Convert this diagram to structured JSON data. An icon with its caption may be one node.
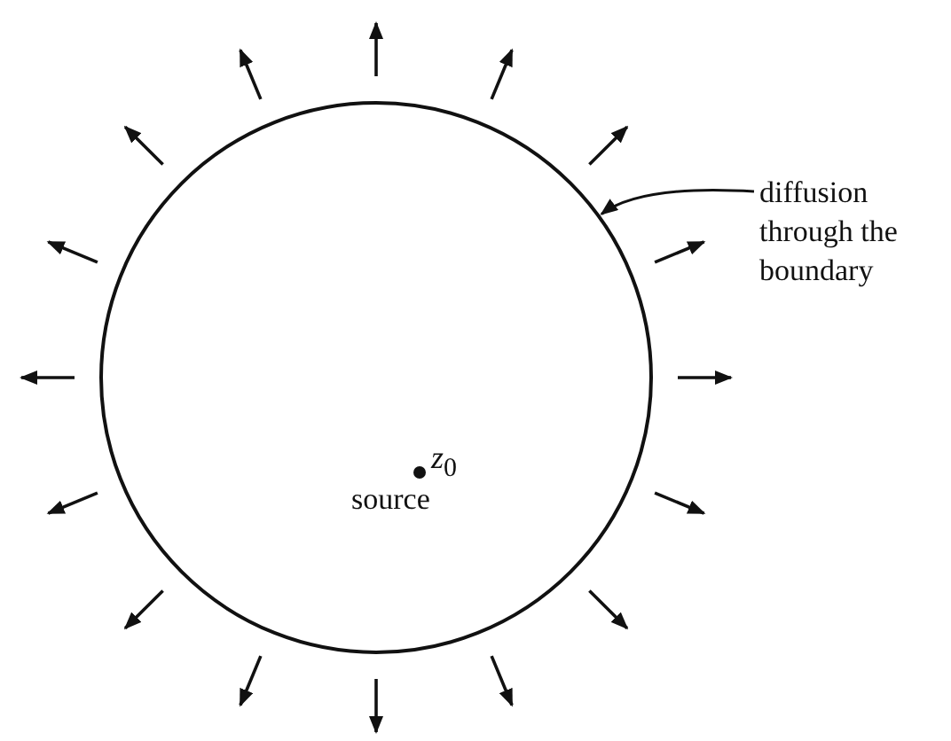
{
  "diagram": {
    "nodes": [
      {
        "text": [],
        "shape": "circle"
      },
      {
        "text": [
          "*z*$_{0}$",
          "source"
        ],
        "in": 0
      },
      {
        "text": [
          "diffusion through the boundary"
        ]
      }
    ],
    "edges": [
      {
        "from": 2,
        "to": 0,
        "arrow": "to"
      }
    ]
  }
}
